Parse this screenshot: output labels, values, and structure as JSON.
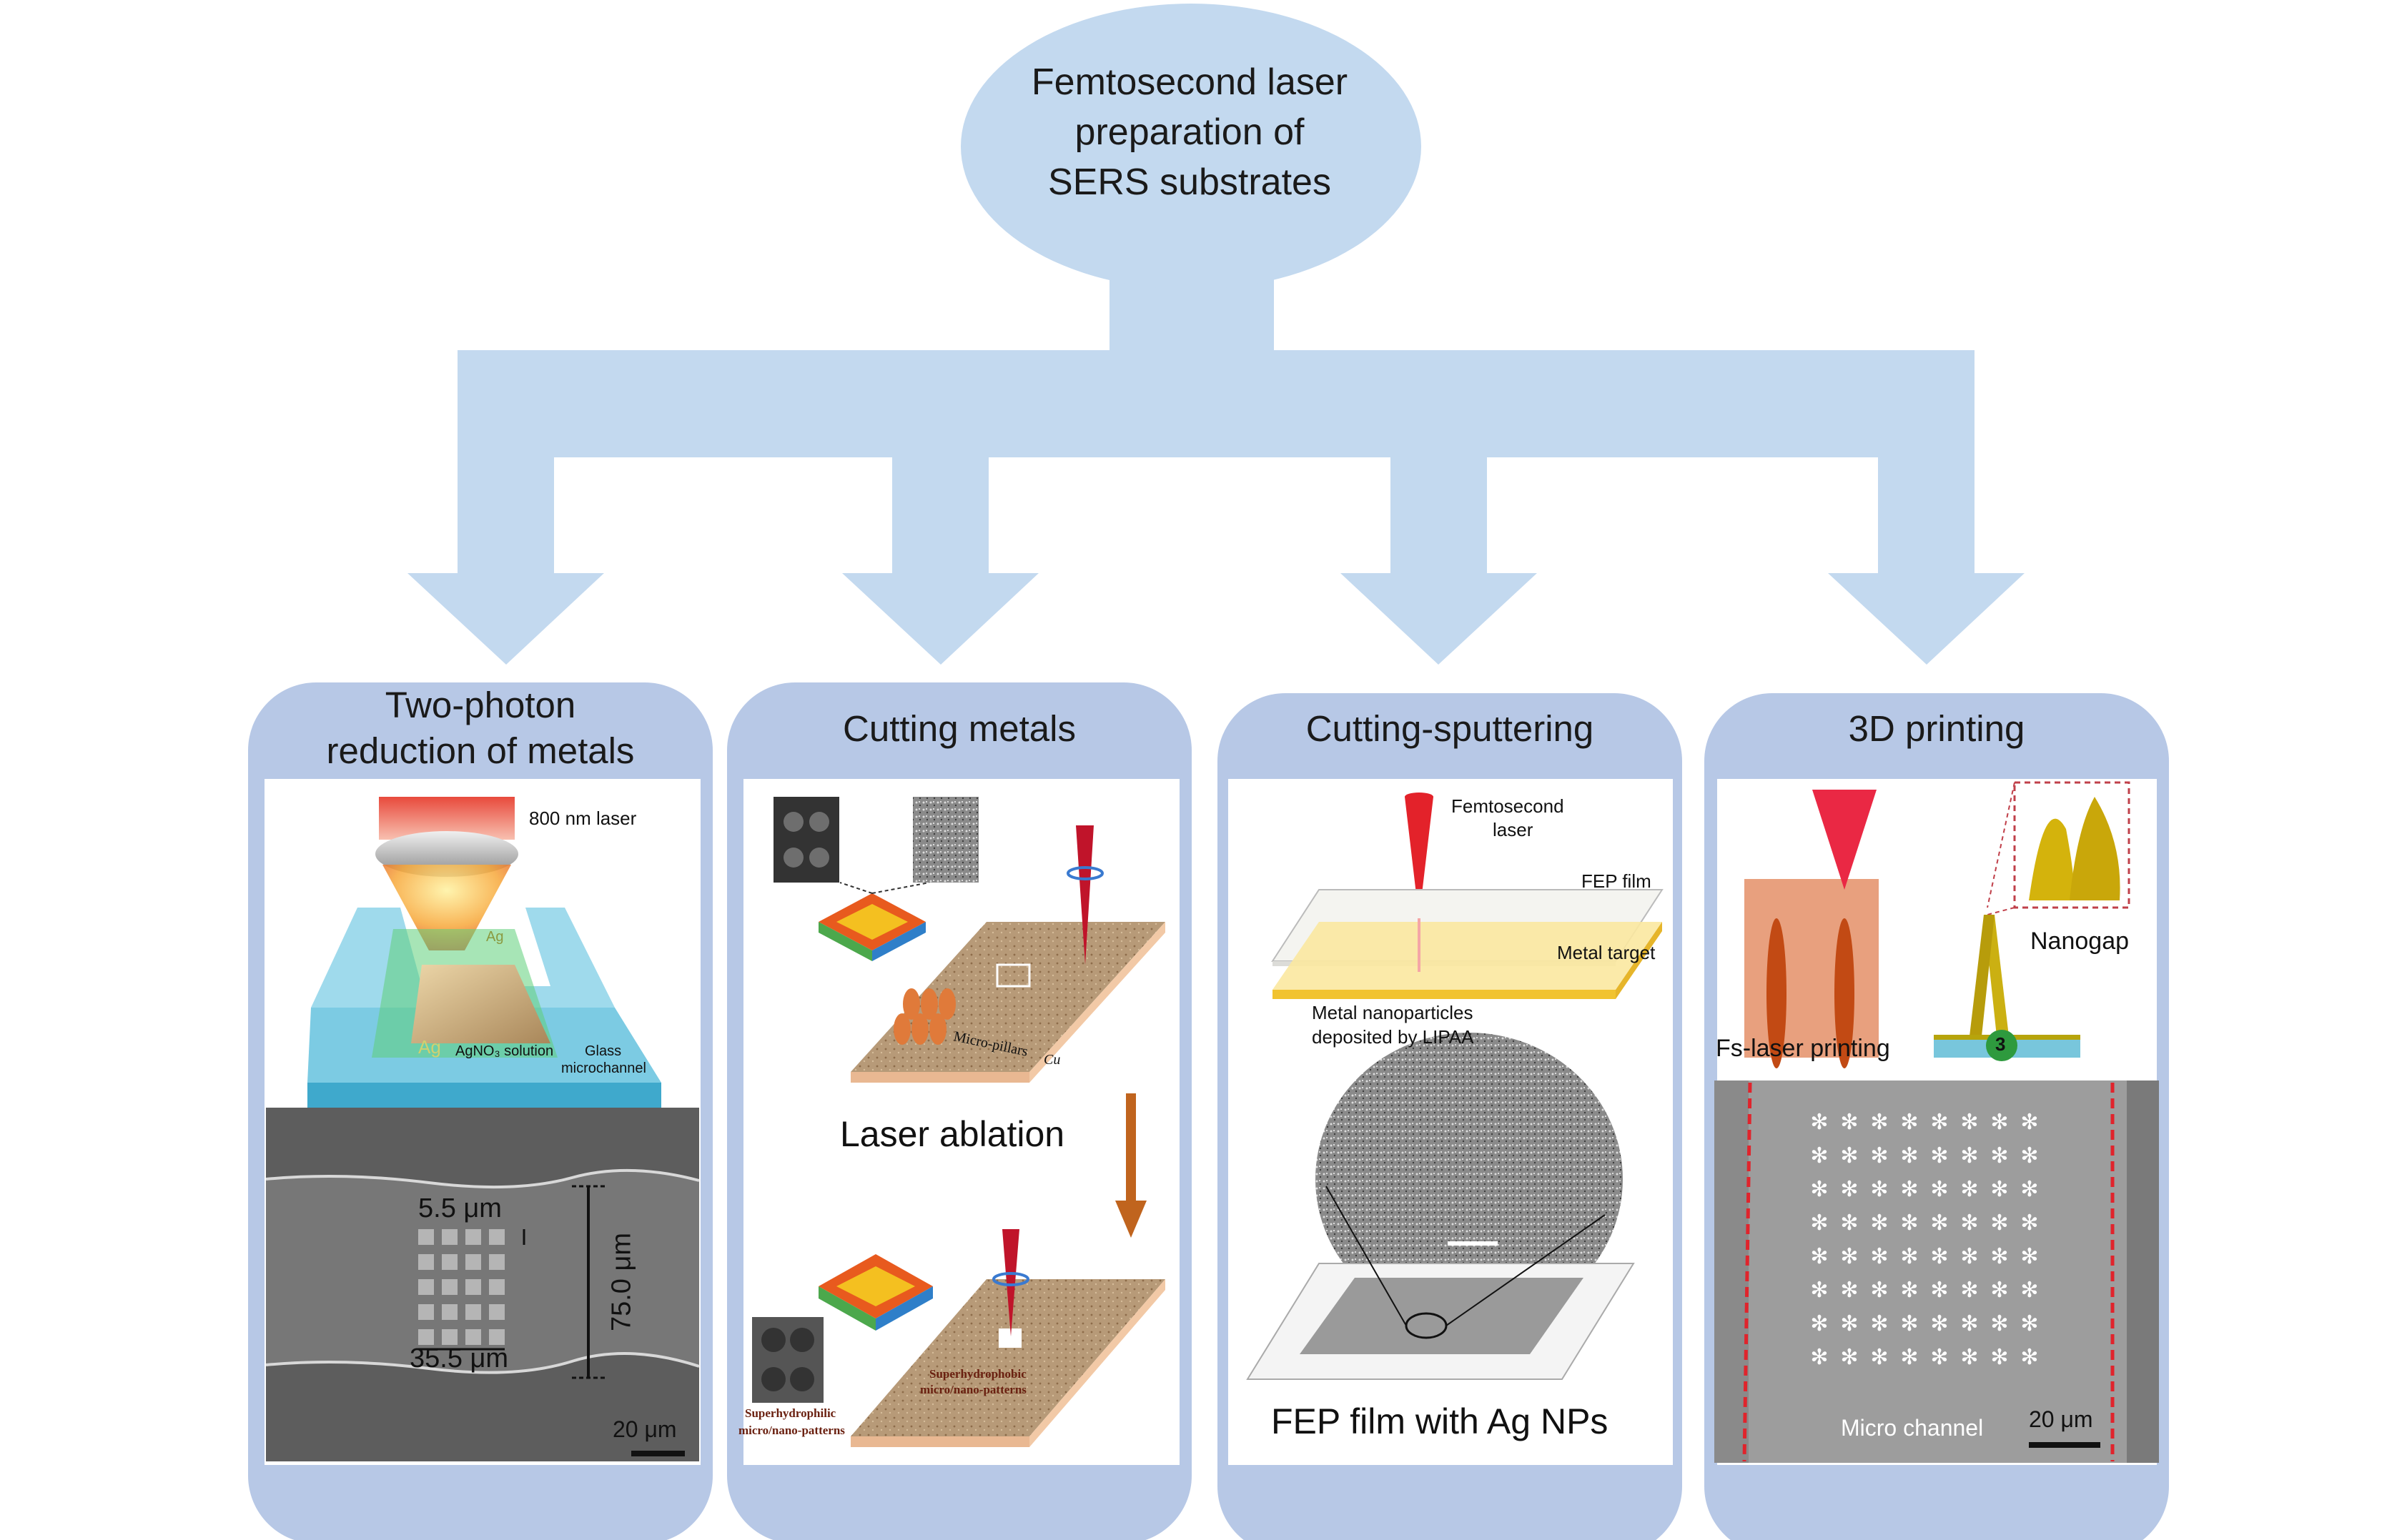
{
  "root": {
    "line1": "Femtosecond laser",
    "line2": "preparation of",
    "line3": "SERS substrates"
  },
  "colors": {
    "light_blue": "#c3d9ef",
    "panel_blue": "#b7c8e6",
    "orange_arrow": "#c0641e"
  },
  "panels": [
    {
      "title_line1": "Two-photon",
      "title_line2": "reduction of metals",
      "laser_label": "800 nm laser",
      "ag_top": "Ag",
      "ag_bottom": "Ag",
      "solution_label": "AgNO₃ solution",
      "glass_line1": "Glass",
      "glass_line2": "microchannel",
      "dim_small": "5.5 μm",
      "dim_width": "35.5 μm",
      "dim_height": "75.0 μm",
      "scale_bar": "20 μm"
    },
    {
      "title": "Cutting metals",
      "micro_pillars": "Micro-pillars",
      "cu_label": "Cu",
      "laser_ablation": "Laser ablation",
      "superhydrophobic_line1": "Superhydrophobic",
      "superhydrophobic_line2": "micro/nano-patterns",
      "superhydrophilic_line1": "Superhydrophilic",
      "superhydrophilic_line2": "micro/nano-patterns"
    },
    {
      "title": "Cutting-sputtering",
      "laser_line1": "Femtosecond",
      "laser_line2": "laser",
      "fep_film": "FEP film",
      "metal_target": "Metal target",
      "np_line1": "Metal nanoparticles",
      "np_line2": "deposited by LIPAA",
      "caption": "FEP film with Ag NPs"
    },
    {
      "title": "3D printing",
      "nanogap": "Nanogap",
      "fs_printing": "Fs-laser printing",
      "marker": "3",
      "micro_channel": "Micro channel",
      "scale_bar": "20 μm"
    }
  ]
}
